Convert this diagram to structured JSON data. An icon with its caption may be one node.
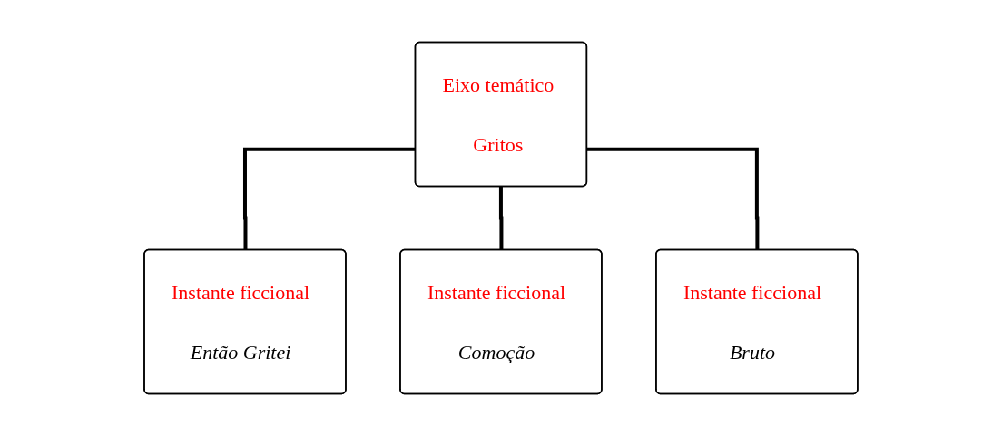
{
  "diagram": {
    "nodes": [
      {
        "text": [
          "Eixo temático",
          "Gritos"
        ]
      },
      {
        "text": [
          "Instante ficcional",
          "Então Gritei"
        ]
      },
      {
        "text": [
          "Instante ficcional",
          "Comoção"
        ]
      },
      {
        "text": [
          "Instante ficcional",
          "Bruto"
        ]
      }
    ],
    "edges": [
      {
        "from": 0,
        "to": 1,
        "arrow": "none"
      },
      {
        "from": 0,
        "to": 2,
        "arrow": "none"
      },
      {
        "from": 0,
        "to": 3,
        "arrow": "none"
      }
    ]
  }
}
